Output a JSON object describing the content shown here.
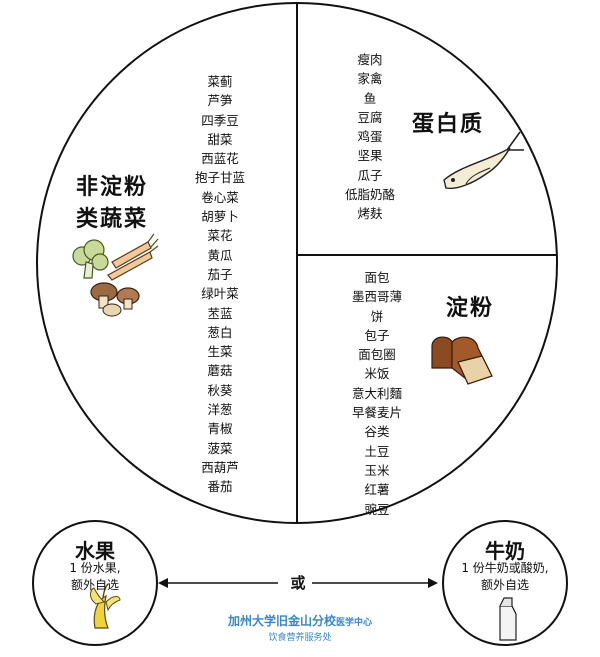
{
  "sections": {
    "vegetables": {
      "title_line1": "非淀粉",
      "title_line2": "类蔬菜",
      "items": [
        "菜蓟",
        "芦笋",
        "四季豆",
        "甜菜",
        "西蓝花",
        "抱子甘蓝",
        "卷心菜",
        "胡萝卜",
        "菜花",
        "黄瓜",
        "茄子",
        "绿叶菜",
        "苤蓝",
        "葱白",
        "生菜",
        "蘑菇",
        "秋葵",
        "洋葱",
        "青椒",
        "菠菜",
        "西葫芦",
        "番茄"
      ]
    },
    "protein": {
      "title": "蛋白质",
      "items": [
        "瘦肉",
        "家禽",
        "鱼",
        "豆腐",
        "鸡蛋",
        "坚果",
        "瓜子",
        "低脂奶酪",
        "烤麸"
      ]
    },
    "starch": {
      "title": "淀粉",
      "items": [
        "面包",
        "墨西哥薄",
        "饼",
        "包子",
        "面包圈",
        "米饭",
        "意大利麵",
        "早餐麦片",
        "谷类",
        "土豆",
        "玉米",
        "红薯",
        "豌豆"
      ]
    }
  },
  "fruit": {
    "title": "水果",
    "line1": "1 份水果,",
    "line2": "额外自选"
  },
  "milk": {
    "title": "牛奶",
    "line1": "1 份牛奶或酸奶,",
    "line2": "额外自选"
  },
  "or_label": "或",
  "footer": {
    "org_main": "加州大学旧金山分校",
    "org_sub": "医学中心",
    "dept": "饮食营养服务处"
  },
  "icons": [
    "vegetables-illustration",
    "fish-illustration",
    "bread-illustration",
    "banana-illustration",
    "milk-carton-illustration"
  ],
  "colors": {
    "line": "#111111",
    "brand": "#3a86c8",
    "veg_green": "#6f8f3a",
    "bread_brown": "#8a4b22",
    "banana_yellow": "#f2d23a"
  }
}
